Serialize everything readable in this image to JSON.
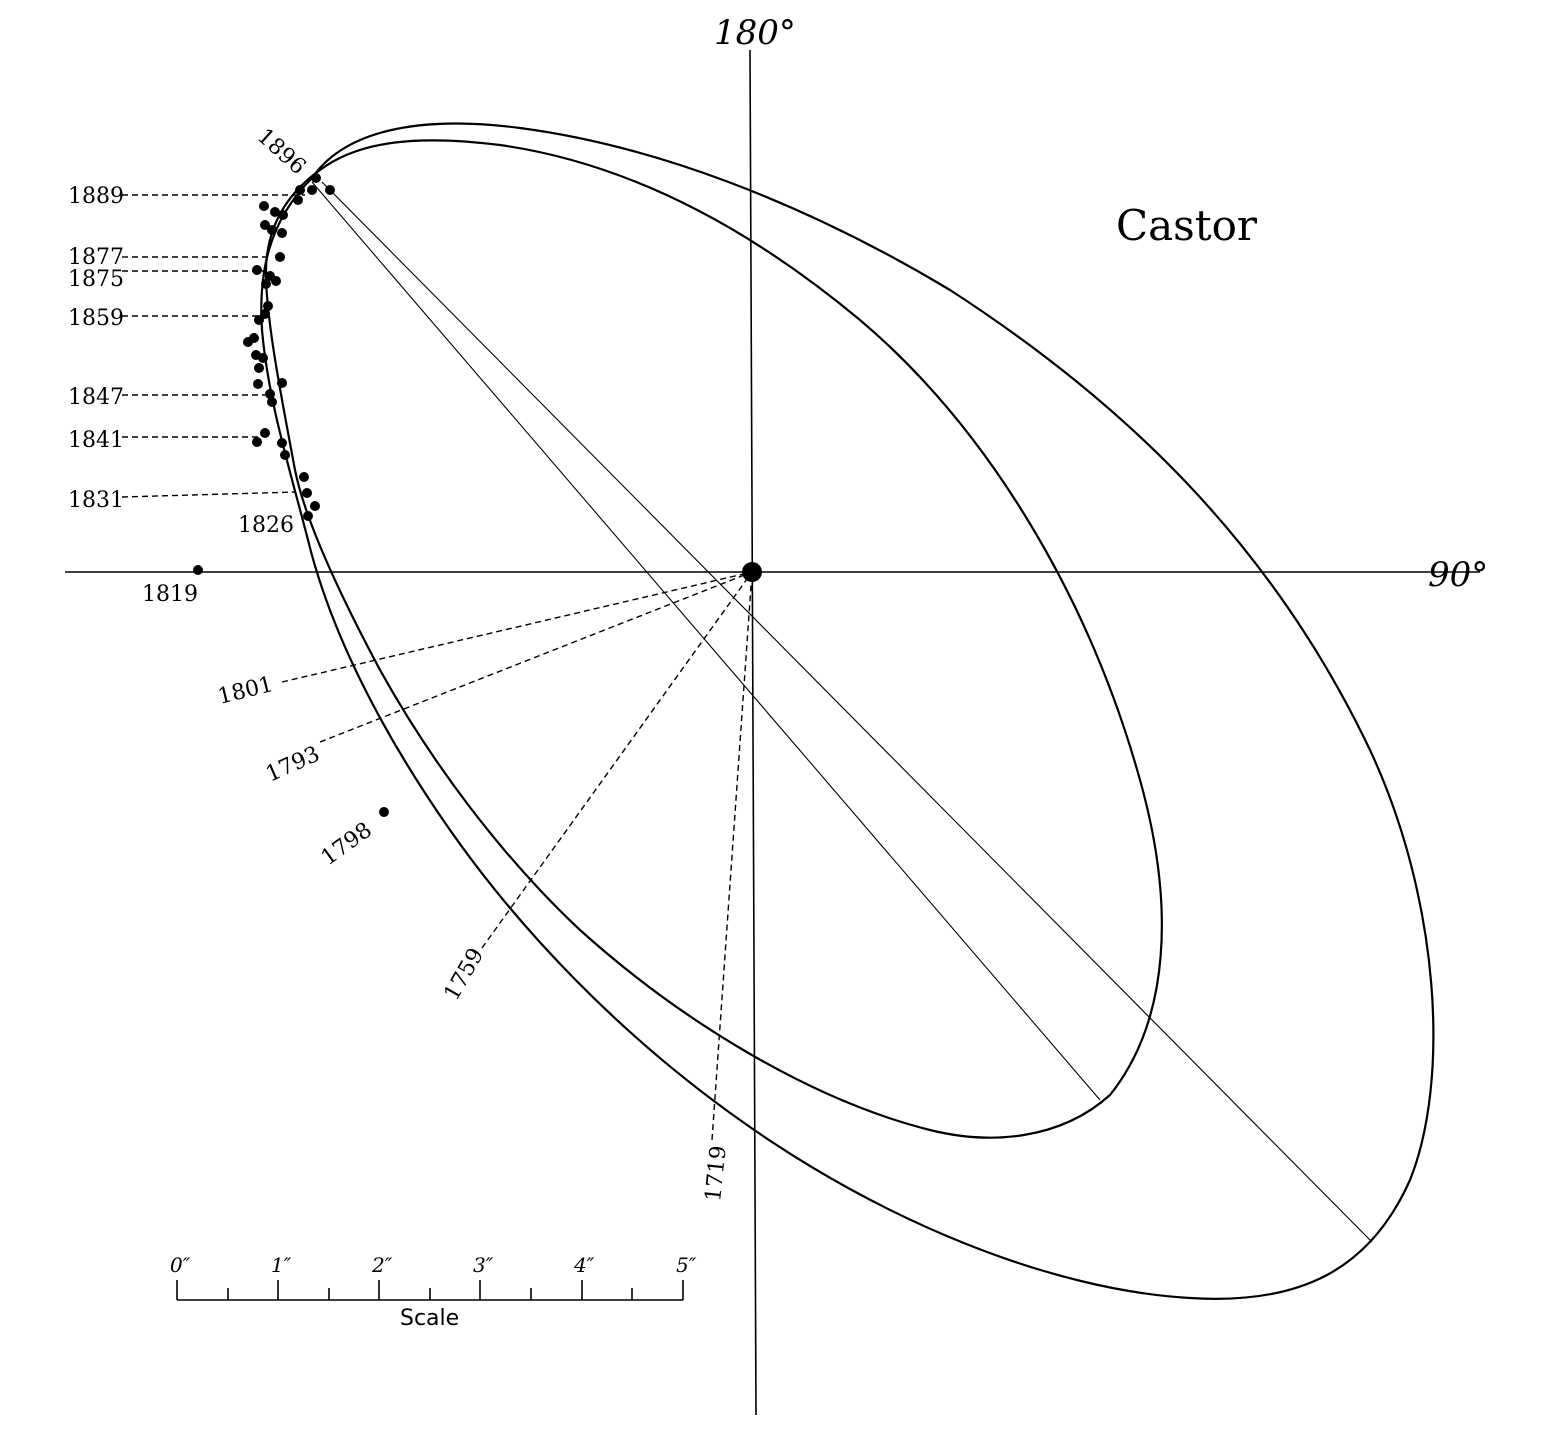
{
  "title": "Castor",
  "axes": {
    "top_label": "180°",
    "right_label": "90°"
  },
  "year_labels": {
    "y1896": "1896",
    "y1889": "1889",
    "y1877": "1877",
    "y1875": "1875",
    "y1859": "1859",
    "y1847": "1847",
    "y1841": "1841",
    "y1831": "1831",
    "y1826": "1826",
    "y1819": "1819",
    "y1801": "1801",
    "y1793": "1793",
    "y1798": "1798",
    "y1759": "1759",
    "y1719": "1719"
  },
  "scale": {
    "caption": "Scale",
    "ticks": [
      "0″",
      "1″",
      "2″",
      "3″",
      "4″",
      "5″"
    ]
  },
  "colors": {
    "ink": "#000000",
    "paper": "#ffffff"
  }
}
